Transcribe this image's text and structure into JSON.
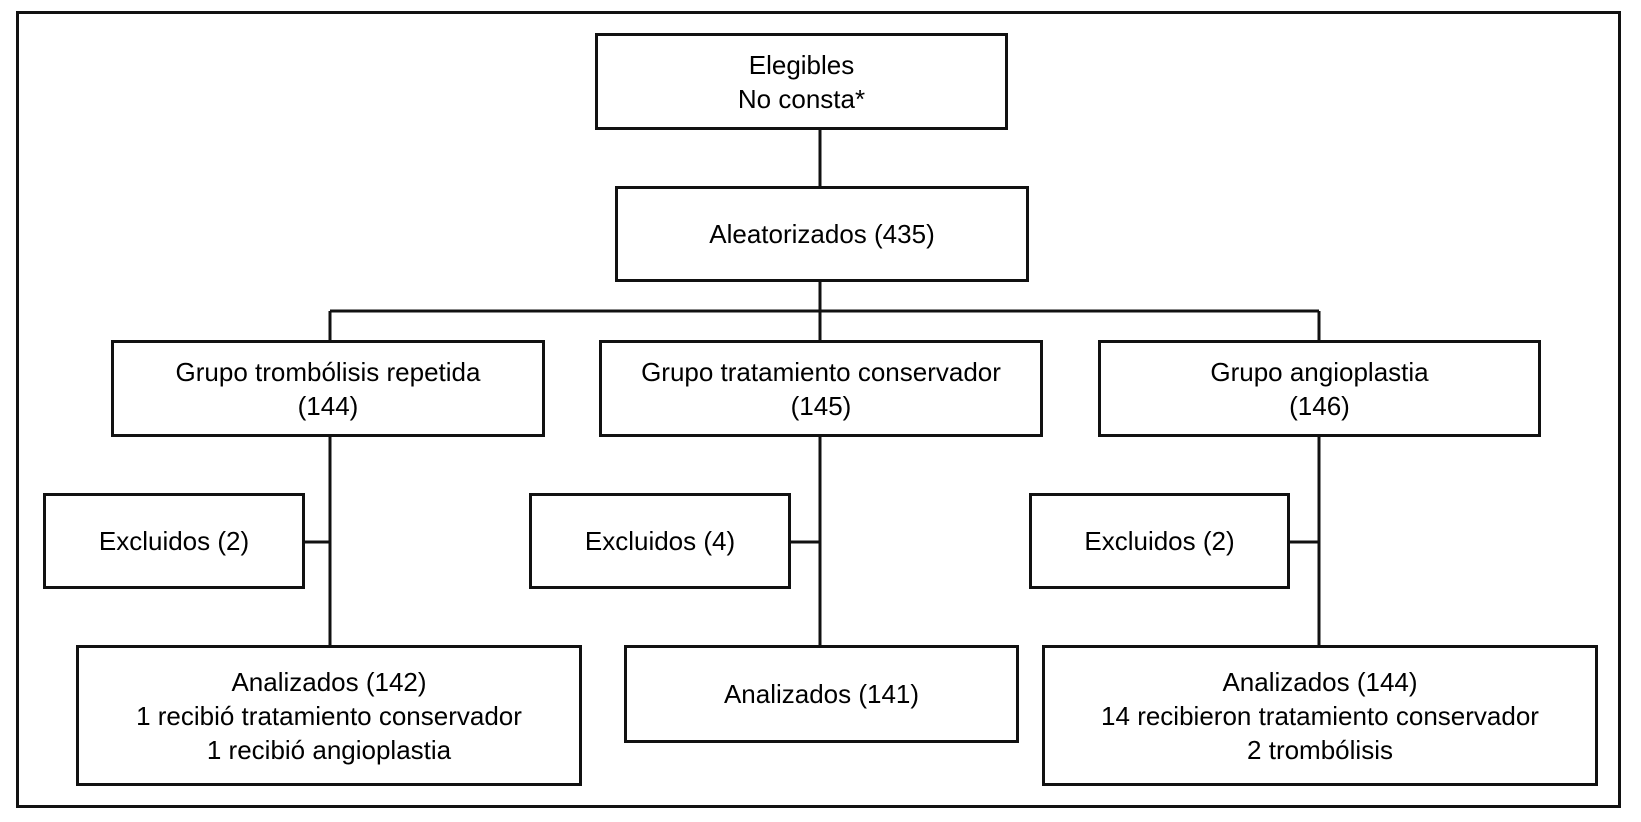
{
  "eligible": {
    "line1": "Elegibles",
    "line2": "No consta*"
  },
  "randomized": {
    "label": "Aleatorizados (435)"
  },
  "groups": [
    {
      "title": "Grupo trombólisis repetida",
      "count": "(144)",
      "excluded": "Excluidos (2)",
      "analyzed": [
        "Analizados (142)",
        "1 recibió tratamiento conservador",
        "1 recibió angioplastia"
      ]
    },
    {
      "title": "Grupo tratamiento conservador",
      "count": "(145)",
      "excluded": "Excluidos (4)",
      "analyzed": [
        "Analizados (141)"
      ]
    },
    {
      "title": "Grupo angioplastia",
      "count": "(146)",
      "excluded": "Excluidos (2)",
      "analyzed": [
        "Analizados (144)",
        "14 recibieron tratamiento conservador",
        "2 trombólisis"
      ]
    }
  ]
}
